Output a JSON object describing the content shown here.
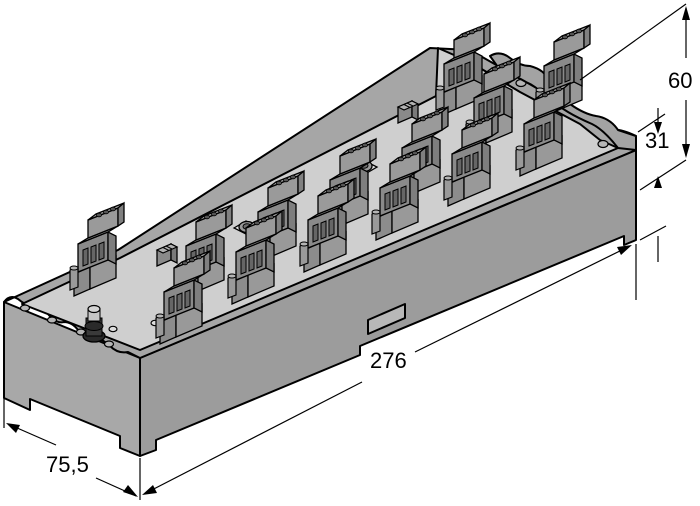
{
  "drawing": {
    "subject": "Junction box with plug-in terminal blocks (isometric view)",
    "colors": {
      "background": "#ffffff",
      "housing_side": "#a6a6a6",
      "housing_front": "#9a9a9a",
      "board_top": "#cfcfcf",
      "terminal_block": "#8f8f8f",
      "terminal_top": "#9b9b9b",
      "outline": "#000000"
    }
  },
  "dimensions": {
    "length": {
      "label": "276",
      "unit": "mm"
    },
    "width": {
      "label": "75,5",
      "unit": "mm"
    },
    "total_height": {
      "label": "60",
      "unit": "mm"
    },
    "housing_height": {
      "label": "31",
      "unit": "mm"
    }
  },
  "components": {
    "terminal_blocks_count": 14,
    "dip_switches_count": 2,
    "rotary_switches_count": 2,
    "cable_gland_count": 1
  }
}
